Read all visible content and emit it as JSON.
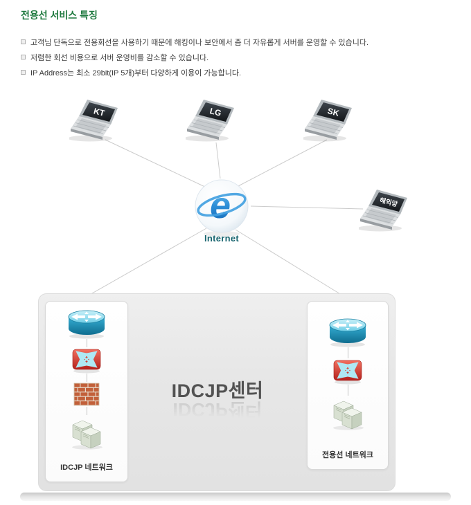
{
  "page": {
    "title": "전용선 서비스 특징",
    "bullets": [
      "고객님 단독으로 전용회선을 사용하기 때문에 해킹이나 보안에서 좀 더 자유롭게 서버를 운영할 수 있습니다.",
      "저렴한 회선 비용으로 서버 운영비를 감소할 수 있습니다.",
      "IP Address는 최소 29bit(IP 5개)부터 다양하게 이용이 가능합니다."
    ]
  },
  "diagram": {
    "nodes": {
      "kt": "KT",
      "lg": "LG",
      "sk": "SK",
      "overseas": "해외망",
      "internet": "Internet"
    },
    "center_label": "IDCJP센터",
    "left_panel_label": "IDCJP 네트워크",
    "right_panel_label": "전용선 네트워크"
  },
  "colors": {
    "title_green": "#1f7a3f",
    "internet_teal": "#17646e",
    "router_cyan": "#1f93bb",
    "switch_red": "#c62828",
    "box_gray": "#e7e7e7",
    "line_gray": "#cbcbcb"
  }
}
